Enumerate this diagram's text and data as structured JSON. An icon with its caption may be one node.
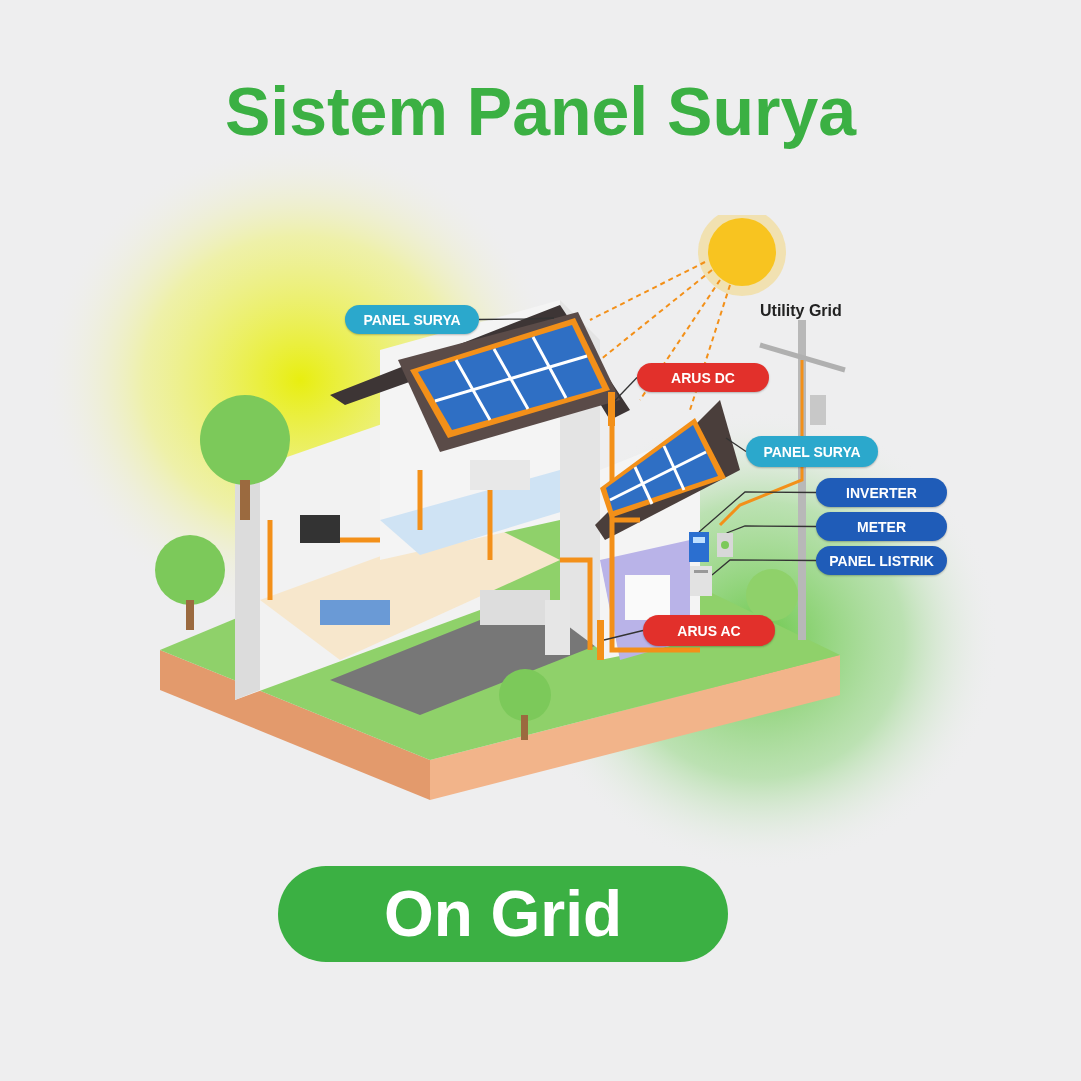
{
  "diagram": {
    "title": "Sistem Panel Surya",
    "nodes": [
      {
        "text": [
          "PANEL SURYA"
        ]
      },
      {
        "text": [],
        "shape": "picture"
      },
      {
        "text": [
          "ARUS DC"
        ]
      },
      {
        "text": [],
        "shape": "bar"
      },
      {
        "text": [
          "PANEL SURYA"
        ]
      },
      {
        "text": [],
        "shape": "picture"
      },
      {
        "text": [
          "INVERTER"
        ]
      },
      {
        "text": [],
        "shape": "picture"
      },
      {
        "text": [
          "METER"
        ]
      },
      {
        "text": [],
        "shape": "picture"
      },
      {
        "text": [
          "PANEL LISTRIK"
        ]
      },
      {
        "text": [],
        "shape": "box"
      },
      {
        "text": [
          "ARUS AC"
        ]
      },
      {
        "text": [],
        "shape": "bar"
      }
    ],
    "edges": [
      {
        "from": 0,
        "to": 1,
        "arrow": "none"
      },
      {
        "from": 2,
        "to": 3,
        "arrow": "none"
      },
      {
        "from": 4,
        "to": 5,
        "arrow": "none"
      },
      {
        "from": 6,
        "to": 7,
        "arrow": "none"
      },
      {
        "from": 8,
        "to": 9,
        "arrow": "none"
      },
      {
        "from": 10,
        "to": 11,
        "arrow": "none"
      },
      {
        "from": 12,
        "to": 13,
        "arrow": "none"
      }
    ],
    "labels": [
      "Utility Grid",
      "On Grid"
    ]
  }
}
